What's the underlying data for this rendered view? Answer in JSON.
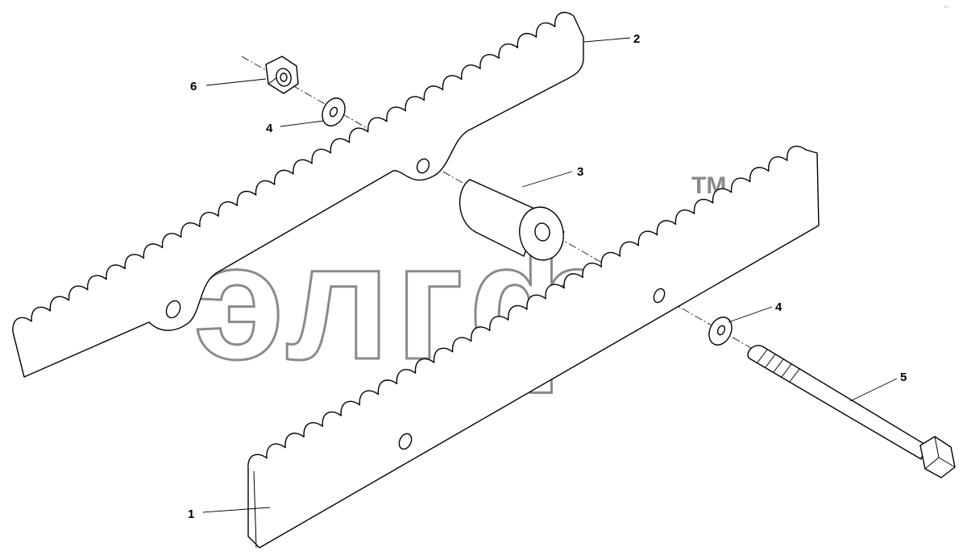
{
  "watermark": {
    "text": "элгф",
    "tm": "TM"
  },
  "corner_mark": "°°",
  "callouts": [
    {
      "id": "1",
      "label": "1"
    },
    {
      "id": "2",
      "label": "2"
    },
    {
      "id": "3",
      "label": "3"
    },
    {
      "id": "4a",
      "label": "4"
    },
    {
      "id": "4b",
      "label": "4"
    },
    {
      "id": "5",
      "label": "5"
    },
    {
      "id": "6",
      "label": "6"
    }
  ]
}
